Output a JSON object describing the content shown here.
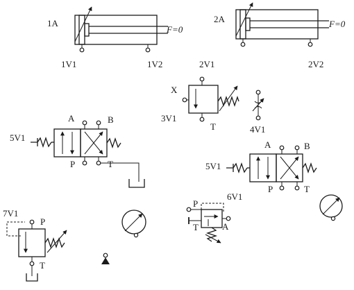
{
  "cylinder_1": {
    "label": "1A",
    "force_label": "F=0",
    "port_left": "1V1",
    "port_right": "1V2"
  },
  "cylinder_2": {
    "label": "2A",
    "force_label": "F=0",
    "port_left": "2V1",
    "port_right": "2V2"
  },
  "valve_3v1": {
    "label": "3V1",
    "port_x": "X",
    "port_t": "T"
  },
  "valve_4v1": {
    "label": "4V1"
  },
  "valve_5v1_left": {
    "label": "5V1",
    "port_a": "A",
    "port_b": "B",
    "port_p": "P",
    "port_t": "T"
  },
  "valve_5v1_right": {
    "label": "5V1",
    "port_a": "A",
    "port_b": "B",
    "port_p": "P",
    "port_t": "T"
  },
  "valve_6v1": {
    "label": "6V1",
    "port_p": "P",
    "port_t": "T",
    "port_a": "A"
  },
  "valve_7v1": {
    "label": "7V1",
    "port_p": "P",
    "port_t": "T"
  }
}
